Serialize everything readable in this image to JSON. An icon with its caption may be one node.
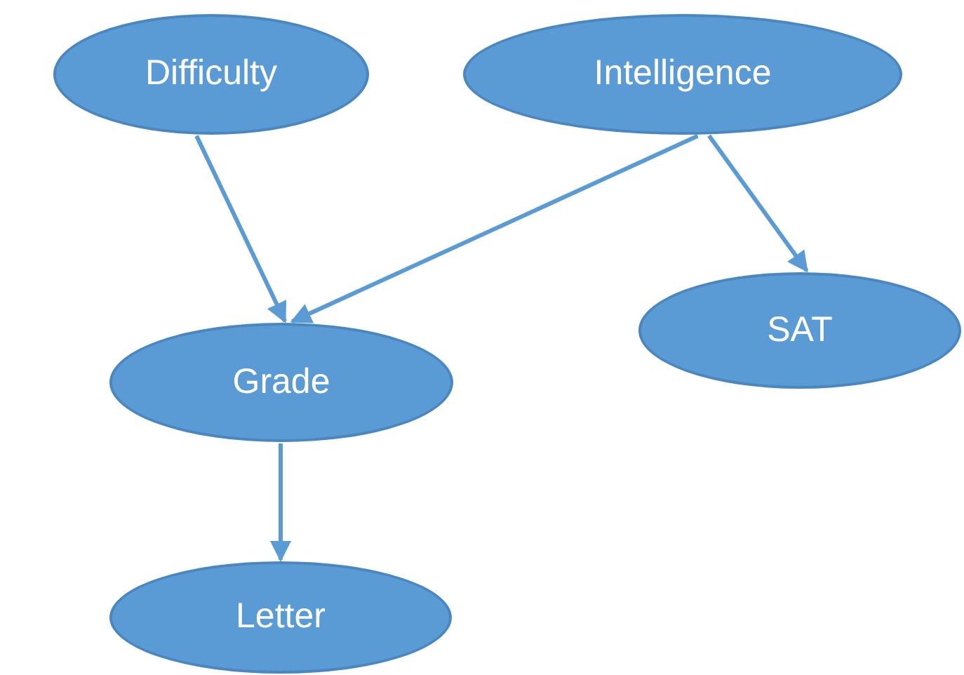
{
  "diagram": {
    "nodes": [
      {
        "text": [
          "Difficulty"
        ]
      },
      {
        "text": [
          "Intelligence"
        ]
      },
      {
        "text": [
          "SAT"
        ]
      },
      {
        "text": [
          "Grade"
        ]
      },
      {
        "text": [
          "Letter"
        ]
      }
    ],
    "edges": [
      {
        "from": 0,
        "to": 3,
        "arrow": "to"
      },
      {
        "from": 1,
        "to": 3,
        "arrow": "to"
      },
      {
        "from": 1,
        "to": 2,
        "arrow": "to"
      },
      {
        "from": 3,
        "to": 4,
        "arrow": "to"
      }
    ]
  }
}
